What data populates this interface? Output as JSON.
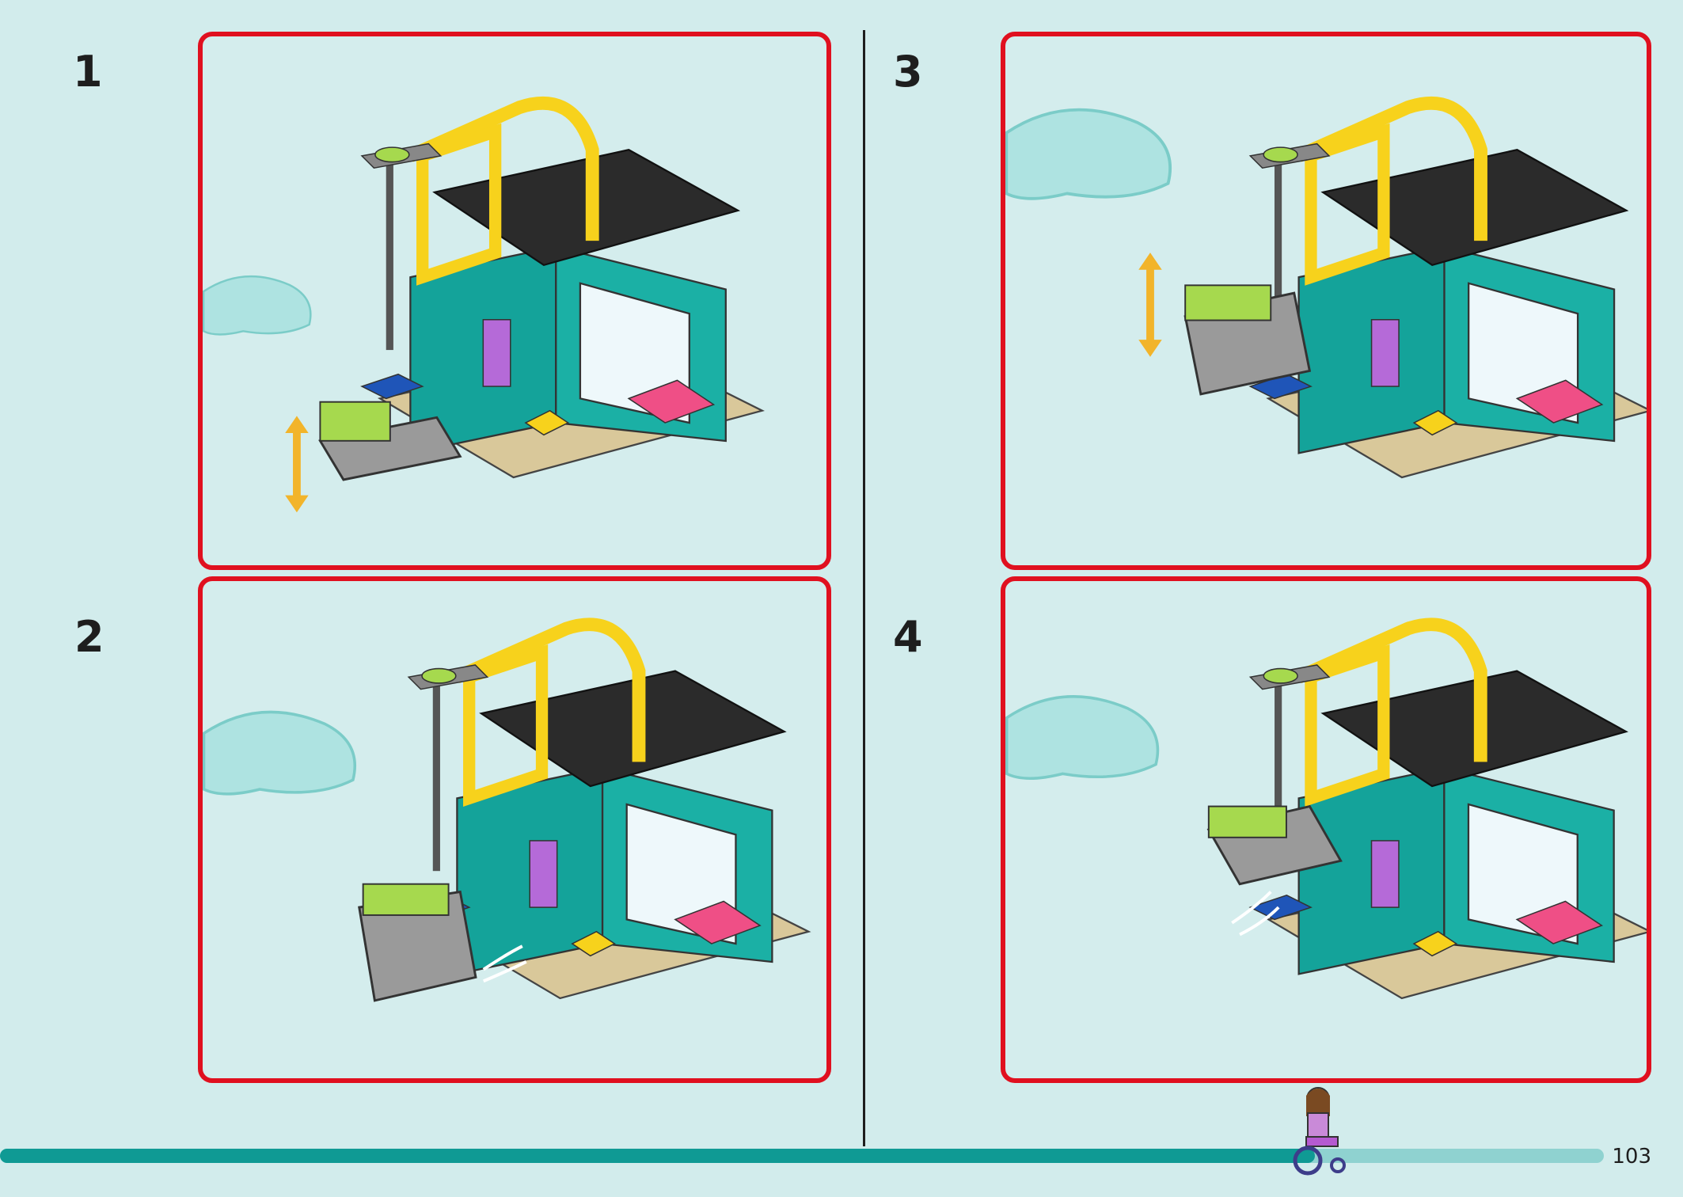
{
  "steps": [
    {
      "label": "1"
    },
    {
      "label": "2"
    },
    {
      "label": "3"
    },
    {
      "label": "4"
    }
  ],
  "page_number": "103",
  "progress": {
    "fraction": 0.82
  },
  "colors": {
    "background": "#d2ecec",
    "panel_border": "#e0101f",
    "progress_fill": "#0f9a94",
    "progress_track": "#8fd2d0",
    "teal_wall": "#14a39a",
    "yellow": "#f7d21c",
    "roof": "#2b2b2b",
    "pink": "#ef4f86"
  }
}
